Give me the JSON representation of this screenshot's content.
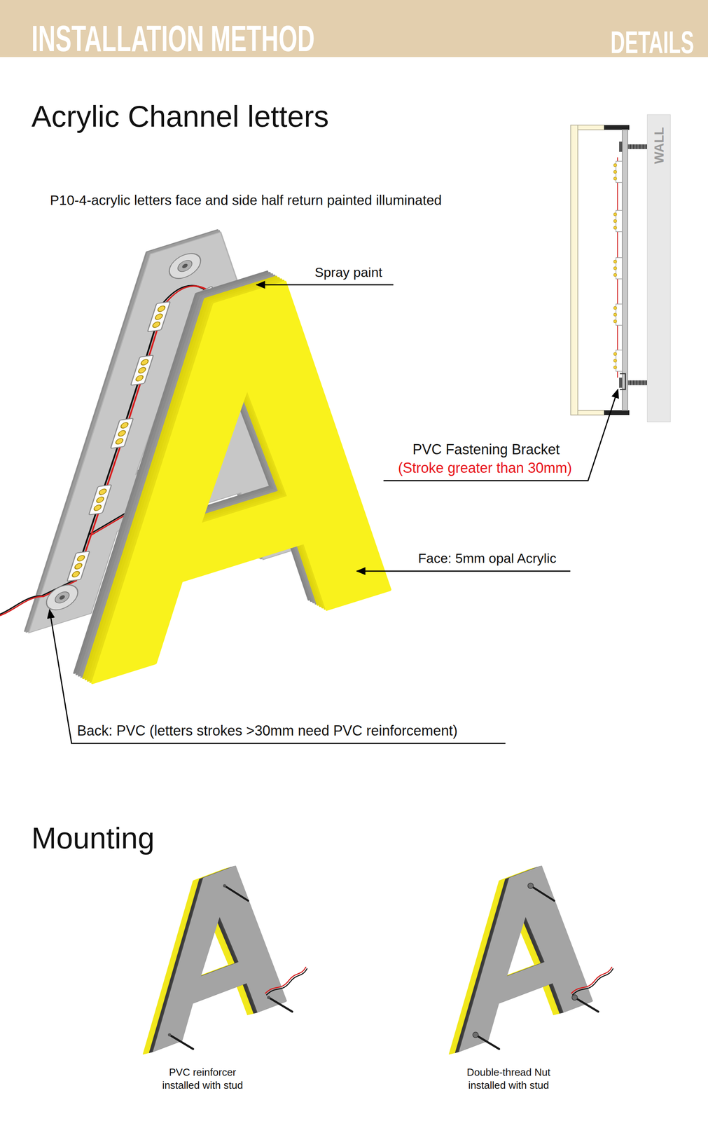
{
  "diagram": {
    "title": "Acrylic Channel letters",
    "nodes": [
      {
        "text": [
          "INSTALLATION METHOD",
          "DETAILS"
        ]
      },
      {
        "text": [
          "WALL"
        ]
      }
    ],
    "labels": [
      "P10-4-acrylic letters face and side half return painted illuminated",
      "Spray paint",
      "PVC Fastening Bracket",
      "(Stroke greater than 30mm)",
      "Face: 5mm opal Acrylic",
      "Back: PVC (letters strokes >30mm need PVC reinforcement)",
      "Mounting",
      "PVC reinforcer installed with stud",
      "Double-thread Nut installed with stud"
    ]
  }
}
